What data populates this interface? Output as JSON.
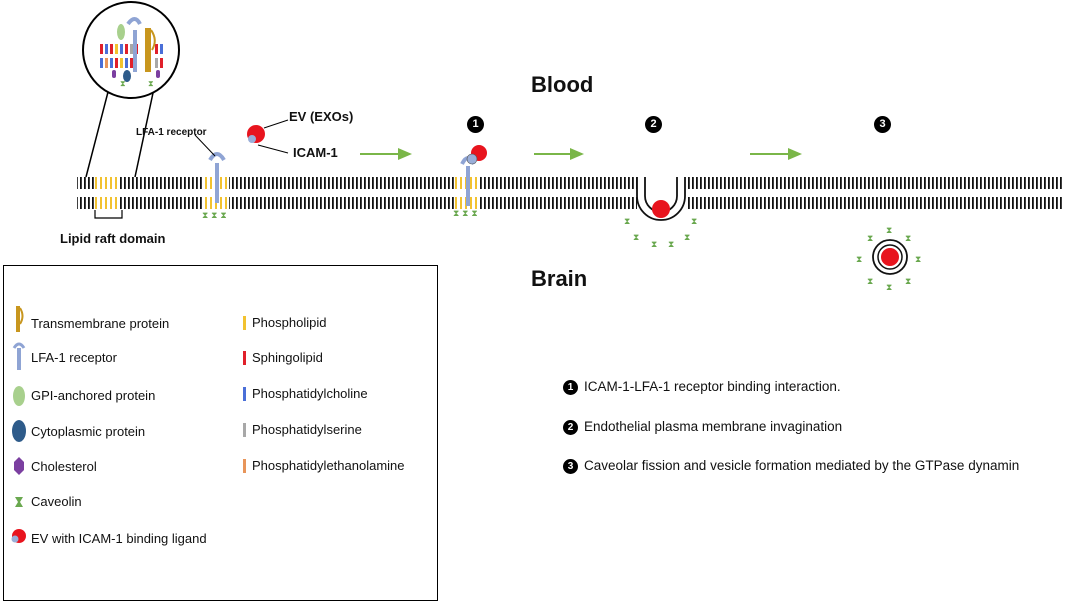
{
  "labels": {
    "blood": "Blood",
    "brain": "Brain",
    "ev": "EV (EXOs)",
    "icam": "ICAM-1",
    "lfa_receptor": "LFA-1 receptor",
    "lipid_raft": "Lipid raft domain"
  },
  "step_markers": [
    "1",
    "2",
    "3"
  ],
  "legend": {
    "left": [
      {
        "icon": "transmembrane-protein-icon",
        "label": "Transmembrane protein"
      },
      {
        "icon": "lfa1-receptor-icon",
        "label": "LFA-1 receptor"
      },
      {
        "icon": "gpi-anchored-protein-icon",
        "label": "GPI-anchored protein"
      },
      {
        "icon": "cytoplasmic-protein-icon",
        "label": "Cytoplasmic protein"
      },
      {
        "icon": "cholesterol-icon",
        "label": "Cholesterol"
      },
      {
        "icon": "caveolin-icon",
        "label": "Caveolin"
      },
      {
        "icon": "ev-icam-ligand-icon",
        "label": "EV with ICAM-1 binding ligand"
      }
    ],
    "right": [
      {
        "icon": "phospholipid-icon",
        "label": "Phospholipid",
        "color": "#f2c230"
      },
      {
        "icon": "sphingolipid-icon",
        "label": "Sphingolipid",
        "color": "#e0202a"
      },
      {
        "icon": "phosphatidylcholine-icon",
        "label": "Phosphatidylcholine",
        "color": "#4a6fd8"
      },
      {
        "icon": "phosphatidylserine-icon",
        "label": "Phosphatidylserine",
        "color": "#a8a8a8"
      },
      {
        "icon": "phosphatidylethanolamine-icon",
        "label": "Phosphatidylethanolamine",
        "color": "#e8955a"
      }
    ]
  },
  "steps": [
    {
      "num": "1",
      "text": "ICAM-1-LFA-1 receptor binding interaction."
    },
    {
      "num": "2",
      "text": "Endothelial plasma membrane invagination"
    },
    {
      "num": "3",
      "text": "Caveolar fission and vesicle formation mediated by the GTPase dynamin"
    }
  ],
  "colors": {
    "arrow": "#7ab648",
    "ev_red": "#e8141e",
    "icam_blue": "#9aaed8",
    "lfa_blue": "#8fa4d4",
    "caveolin_green": "#6aa84f",
    "phospholipid_yellow": "#f2c230"
  }
}
